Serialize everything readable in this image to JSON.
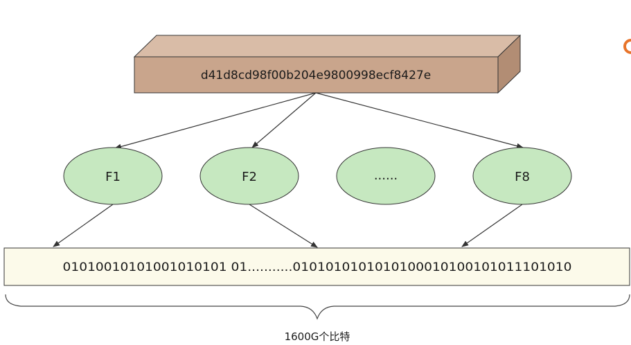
{
  "hash_value": "d41d8cd98f00b204e9800998ecf8427e",
  "hash_functions": [
    {
      "label": "F1"
    },
    {
      "label": "F2"
    },
    {
      "label": "......"
    },
    {
      "label": "F8"
    }
  ],
  "bit_array": "01010010101001010101 01...........0101010101010100010100101011101010",
  "size_caption": "1600G个比特",
  "colors": {
    "hash_box": "#c9a58c",
    "hash_box_top": "#d9bca7",
    "hash_box_side": "#b28d74",
    "node_fill": "#c6e8c0",
    "bit_array_fill": "#fcfaea",
    "stroke": "#333333",
    "logo_accent": "#e8742a"
  }
}
